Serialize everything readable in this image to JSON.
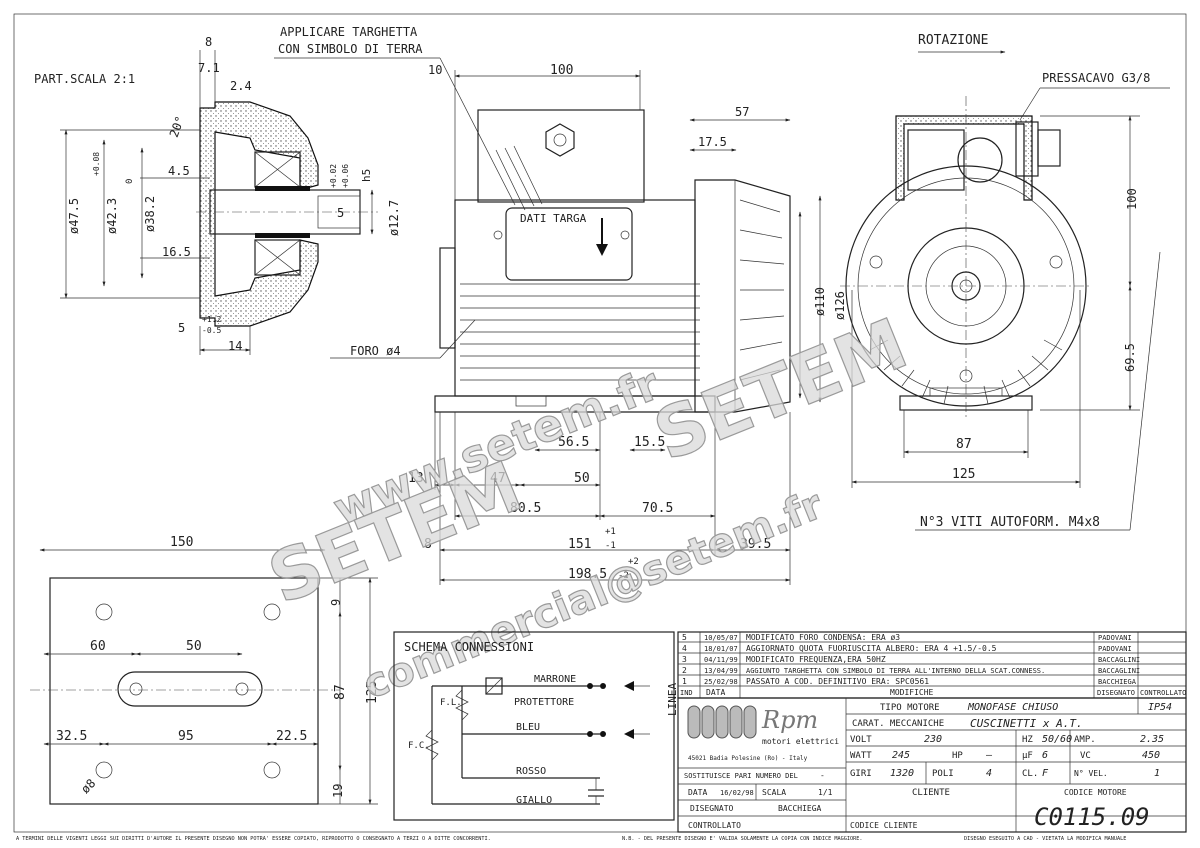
{
  "part_view": {
    "title": "PART.SCALA 2:1",
    "dims": [
      "8",
      "7.1",
      "2.4",
      "20°",
      "+0.08",
      "0",
      "ø47.5",
      "ø42.3",
      "ø38.2",
      "4.5",
      "+0.02",
      "+0.06",
      "h5",
      "ø12.7",
      "5",
      "16.5",
      "+1.2",
      "-0.5",
      "5",
      "14"
    ]
  },
  "side_view": {
    "note1": "APPLICARE TARGHETTA",
    "note2": "CON SIMBOLO DI TERRA",
    "plate": "DATI TARGA",
    "hole": "FORO ø4",
    "dims": [
      "10",
      "100",
      "57",
      "17.5",
      "ø110",
      "ø126",
      "56.5",
      "15.5",
      "13",
      "47",
      "50",
      "80.5",
      "70.5",
      "8",
      "+1",
      "151",
      "-1",
      "39.5",
      "+2",
      "198.5",
      "-2"
    ]
  },
  "front_view": {
    "rotation": "ROTAZIONE",
    "gland": "PRESSACAVO G3/8",
    "screws": "N°3 VITI AUTOFORM. M4x8",
    "dims": [
      "100",
      "69.5",
      "87",
      "125"
    ]
  },
  "base_view": {
    "dims": [
      "150",
      "60",
      "50",
      "9",
      "87",
      "125",
      "32.5",
      "95",
      "22.5",
      "ø8",
      "19"
    ]
  },
  "watermark": {
    "url": "www.setem.fr",
    "brand": "SETEM",
    "email": "commercial@setem.fr"
  },
  "connections": {
    "title": "SCHEMA CONNESSIONI",
    "labels": {
      "marrone": "MARRONE",
      "protettore": "PROTETTORE",
      "bleu": "BLEU",
      "rosso": "ROSSO",
      "giallo": "GIALLO",
      "fl": "F.L.",
      "fc": "F.C.",
      "linea": "LINEA"
    }
  },
  "revisions": [
    {
      "ind": "5",
      "data": "10/05/07",
      "desc": "MODIFICATO FORO CONDENSA: ERA ø3",
      "by": "PADOVANI"
    },
    {
      "ind": "4",
      "data": "18/01/07",
      "desc": "AGGIORNATO QUOTA FUORIUSCITA ALBERO: ERA 4 +1.5/-0.5",
      "by": "PADOVANI"
    },
    {
      "ind": "3",
      "data": "04/11/99",
      "desc": "MODIFICATO FREQUENZA,ERA 50HZ",
      "by": "BACCAGLINI"
    },
    {
      "ind": "2",
      "data": "13/04/99",
      "desc": "AGGIUNTO TARGHETTA CON SIMBOLO DI TERRA ALL'INTERNO DELLA SCAT.CONNESS.",
      "by": "BACCAGLINI"
    },
    {
      "ind": "1",
      "data": "25/02/98",
      "desc": "PASSATO A COD. DEFINITIVO ERA: SPC0561",
      "by": "BACCHIEGA"
    }
  ],
  "rev_header": {
    "ind": "IND",
    "data": "DATA",
    "modifiche": "MODIFICHE",
    "disegnato": "DISEGNATO",
    "controllato": "CONTROLLATO"
  },
  "title_block": {
    "logo_text": "Rpm",
    "logo_sub": "motori elettrici",
    "address": "45021 Badia Polesine (Ro) - Italy",
    "tipo_motore_label": "TIPO MOTORE",
    "tipo_motore_value": "MONOFASE CHIUSO",
    "ip": "IP54",
    "carat_label": "CARAT. MECCANICHE",
    "carat_value": "CUSCINETTI x A.T.",
    "volt_label": "VOLT",
    "volt_value": "230",
    "hz_label": "HZ",
    "hz_value": "50/60",
    "amp_label": "AMP.",
    "amp_value": "2.35",
    "watt_label": "WATT",
    "watt_value": "245",
    "hp_label": "HP",
    "hp_value": "—",
    "uf_label": "µF",
    "uf_value": "6",
    "vc_label": "VC",
    "vc_value": "450",
    "giri_label": "GIRI",
    "giri_value": "1320",
    "poli_label": "POLI",
    "poli_value": "4",
    "cl_label": "CL.",
    "cl_value": "F",
    "nvel_label": "N° VEL.",
    "nvel_value": "1",
    "sostituisce": "SOSTITUISCE PARI NUMERO DEL",
    "sostituisce_value": "-",
    "data_label": "DATA",
    "data_value": "16/02/98",
    "scala_label": "SCALA",
    "scala_value": "1/1",
    "cliente_label": "CLIENTE",
    "codice_motore_label": "CODICE MOTORE",
    "codice_motore": "C0115.09",
    "disegnato_label": "DISEGNATO",
    "disegnato_value": "BACCHIEGA",
    "controllato_label": "CONTROLLATO",
    "codice_cliente_label": "CODICE CLIENTE"
  },
  "footer": {
    "left": "A TERMINI DELLE VIGENTI LEGGI SUI DIRITTI D'AUTORE IL PRESENTE DISEGNO NON POTRA' ESSERE COPIATO, RIPRODOTTO O CONSEGNATO A TERZI O A DITTE CONCORRENTI.",
    "mid": "N.B. - DEL PRESENTE DISEGNO E' VALIDA SOLAMENTE LA COPIA CON INDICE MAGGIORE.",
    "right": "DISEGNO ESEGUITO A CAD - VIETATA LA MODIFICA MANUALE"
  }
}
